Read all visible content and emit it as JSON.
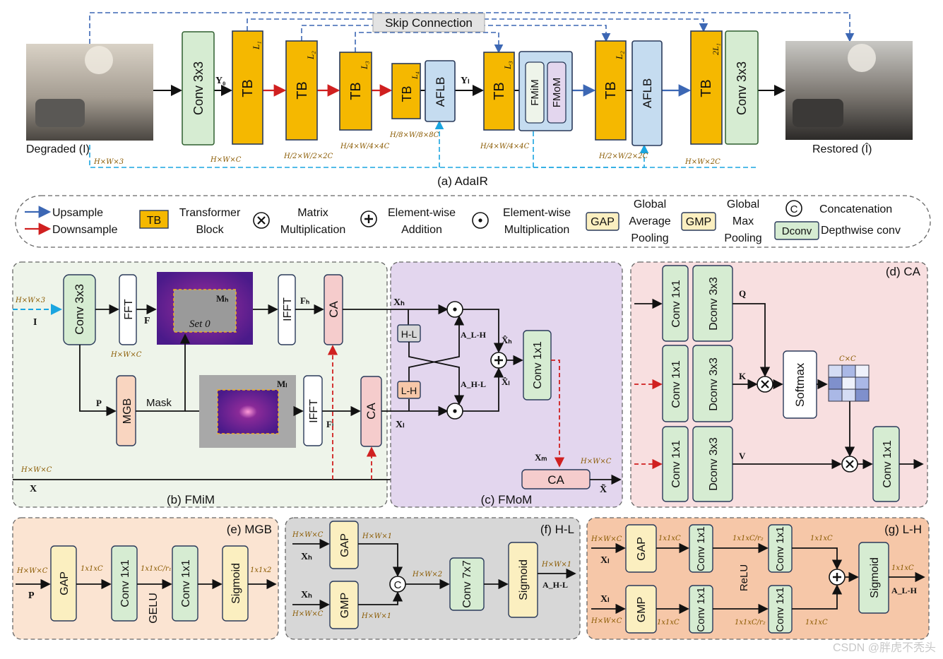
{
  "adair": {
    "skip_label": "Skip Connection",
    "caption": "(a) AdaIR",
    "degraded_label": "Degraded",
    "degraded_sym": "(I)",
    "restored_label": "Restored",
    "restored_sym": "(Î)",
    "conv_label": "Conv 3x3",
    "tb_label": "TB",
    "aflb_label": "AFLB",
    "fmim_label": "FMiM",
    "fmom_label": "FMoM",
    "y0": "Y₀",
    "yl": "Yₗ",
    "tb_levels": [
      "L₁",
      "L₂",
      "L₃",
      "L₄",
      "L₃",
      "L₂",
      "2L₁"
    ],
    "dims": [
      "H×W×3",
      "H×W×C",
      "H/2×W/2×2C",
      "H/4×W/4×4C",
      "H/8×W/8×8C",
      "H/4×W/4×4C",
      "H/2×W/2×2C",
      "H×W×2C"
    ]
  },
  "legend": {
    "upsample": "Upsample",
    "downsample": "Downsample",
    "tb_box": "TB",
    "tb_text_1": "Transformer",
    "tb_text_2": "Block",
    "matmul_1": "Matrix",
    "matmul_2": "Multiplication",
    "add_1": "Element-wise",
    "add_2": "Addition",
    "emul_1": "Element-wise",
    "emul_2": "Multiplication",
    "gap_box": "GAP",
    "gap_1": "Global",
    "gap_2": "Average",
    "gap_3": "Pooling",
    "gmp_box": "GMP",
    "gmp_1": "Global",
    "gmp_2": "Max",
    "gmp_3": "Pooling",
    "concat_sym": "C",
    "concat": "Concatenation",
    "dconv_box": "Dconv",
    "dconv": "Depthwise conv"
  },
  "fmim": {
    "caption": "(b) FMiM",
    "in_dim": "H×W×3",
    "in_sym": "I",
    "conv": "Conv 3x3",
    "fft": "FFT",
    "f": "F",
    "fft_dim": "H×W×C",
    "mh": "Mₕ",
    "set0": "Set 0",
    "ifft": "IFFT",
    "fh": "Fₕ",
    "ca": "CA",
    "p": "P",
    "mgb": "MGB",
    "mask": "Mask",
    "ml": "Mₗ",
    "fl": "Fₗ",
    "x_dim": "H×W×C",
    "x": "X"
  },
  "fmom": {
    "caption": "(c) FMoM",
    "xh": "Xₕ",
    "xl": "Xₗ",
    "hl": "H-L",
    "lh": "L-H",
    "alh": "A_L-H",
    "ahl": "A_H-L",
    "xh_hat": "X̂ₕ",
    "xl_hat": "X̂ₗ",
    "conv": "Conv 1x1",
    "xm": "Xₘ",
    "ca": "CA",
    "ca_dim": "H×W×C",
    "xout": "X̃"
  },
  "ca": {
    "caption": "(d) CA",
    "conv": "Conv 1x1",
    "dconv": "Dconv 3x3",
    "q": "Q",
    "k": "K",
    "v": "V",
    "softmax": "Softmax",
    "attn_dim": "C×C"
  },
  "mgb": {
    "caption": "(e) MGB",
    "in_dim": "H×W×C",
    "in_sym": "P",
    "gap": "GAP",
    "d1": "1x1xC",
    "conv": "Conv 1x1",
    "d2": "1x1xC/r₁",
    "gelu": "GELU",
    "sigmoid": "Sigmoid",
    "out": "1x1x2"
  },
  "hl": {
    "caption": "(f) H-L",
    "in_dim": "H×W×C",
    "xh": "Xₕ",
    "gap": "GAP",
    "gmp": "GMP",
    "d1": "H×W×1",
    "concat": "C",
    "d2": "H×W×2",
    "conv": "Conv 7x7",
    "sigmoid": "Sigmoid",
    "out_dim": "H×W×1",
    "out": "A_H-L"
  },
  "lh": {
    "caption": "(g) L-H",
    "in_dim": "H×W×C",
    "xl": "Xₗ",
    "gap": "GAP",
    "gmp": "GMP",
    "d1": "1x1xC",
    "conv": "Conv 1x1",
    "d2": "1x1xC/r₂",
    "relu": "ReLU",
    "sigmoid": "Sigmoid",
    "out_dim": "1x1xC",
    "out": "A_L-H"
  },
  "watermark": "CSDN @胖虎不秃头",
  "colors": {
    "tb": "#f5b800",
    "conv": "#d6ecd2",
    "aflb": "#c5dcf0",
    "ca_fill": "#f5cccc",
    "mgb_fill": "#f9d5c0",
    "up_arrow": "#3c67b4",
    "down_arrow": "#d02020",
    "skip": "#3c67b4",
    "skip2": "#1aa5e0",
    "panel_b": "#eef4ea",
    "panel_c": "#e3d6ee",
    "panel_d": "#f8dfe0",
    "panel_e": "#fbe4d2",
    "panel_f": "#d7d7d7",
    "panel_g": "#f6c7a8"
  }
}
